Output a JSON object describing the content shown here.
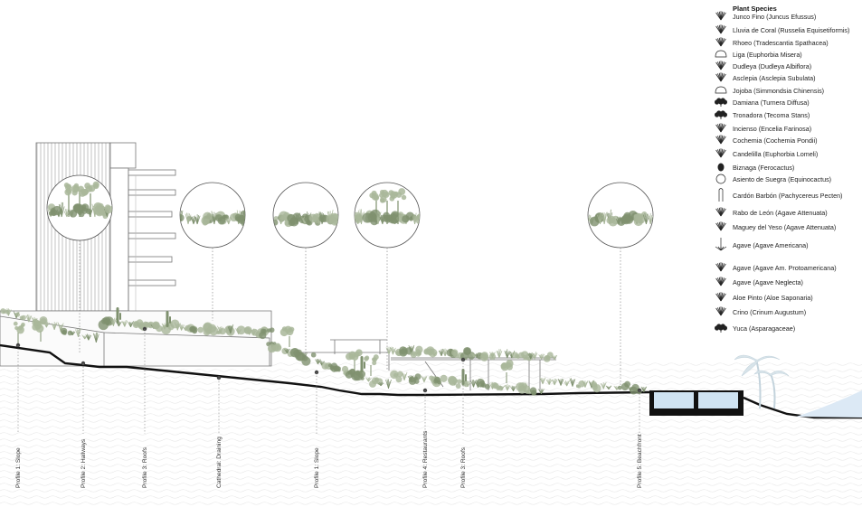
{
  "legend": {
    "title": "Plant Species",
    "items": [
      {
        "label": "Junco Fino (Juncus Efussus)",
        "icon": "grass-tuft-icon"
      },
      {
        "label": "Lluvia de Coral (Russelia Equisetiformis)",
        "icon": "fern-bush-icon"
      },
      {
        "label": "Rhoeo (Tradescantia Spathacea)",
        "icon": "spiky-rosette-icon"
      },
      {
        "label": "Liga (Euphorbia Misera)",
        "icon": "cloud-shrub-icon"
      },
      {
        "label": "Dudleya (Dudleya Albiflora)",
        "icon": "succulent-cluster-icon"
      },
      {
        "label": "Asclepia (Asclepia Subulata)",
        "icon": "reed-stems-icon"
      },
      {
        "label": "Jojoba (Simmondsia Chinensis)",
        "icon": "mound-shrub-icon"
      },
      {
        "label": "Damiana (Turnera Diffusa)",
        "icon": "dense-shrub-icon"
      },
      {
        "label": "Tronadora (Tecoma Stans)",
        "icon": "tree-crown-icon"
      },
      {
        "label": "Incienso (Encelia Farinosa)",
        "icon": "low-shrub-icon"
      },
      {
        "label": "Cochemia (Cochemia Pondii)",
        "icon": "cactus-cluster-icon"
      },
      {
        "label": "Candelilla (Euphorbia Lomeli)",
        "icon": "candle-stems-icon"
      },
      {
        "label": "Biznaga (Ferocactus)",
        "icon": "barrel-cactus-icon"
      },
      {
        "label": "Asiento de Suegra (Equinocactus)",
        "icon": "round-cactus-icon"
      },
      {
        "label": "Cardón Barbón (Pachycereus Pecten)",
        "icon": "columnar-cactus-icon"
      },
      {
        "label": "Rabo de León (Agave Attenuata)",
        "icon": "agave-rosette-icon"
      },
      {
        "label": "Maguey del Yeso (Agave Attenuata)",
        "icon": "agave-spread-icon"
      },
      {
        "label": "Agave (Agave Americana)",
        "icon": "agave-flower-icon"
      },
      {
        "label": "Agave (Agave Am. Protoamericana)",
        "icon": "agave-wide-icon"
      },
      {
        "label": "Agave (Agave Neglecta)",
        "icon": "agave-tall-icon"
      },
      {
        "label": "Aloe Pinto (Aloe Saponaria)",
        "icon": "aloe-icon"
      },
      {
        "label": "Crino (Crinum Augustum)",
        "icon": "crinum-icon"
      },
      {
        "label": "Yuca (Asparagaceae)",
        "icon": "yucca-icon"
      }
    ]
  },
  "profiles": [
    "Profile 1: Slope",
    "Profile 2: Hallways",
    "Profile 3: Roofs",
    "Cathedral: Draining",
    "Profile 1: Slope",
    "Profile 4: Restaurants",
    "Profile 3: Roofs",
    "Profile 5: Beachfront"
  ],
  "colors": {
    "vegetation": "#a9b79a",
    "vegetation_dark": "#7f916f",
    "ground_line": "#111111",
    "pool_water": "#cfe3f2",
    "sea": "#dce9f5",
    "palm": "#d8e4ea",
    "building_line": "#777777",
    "hatch": "#e7e7e7"
  }
}
